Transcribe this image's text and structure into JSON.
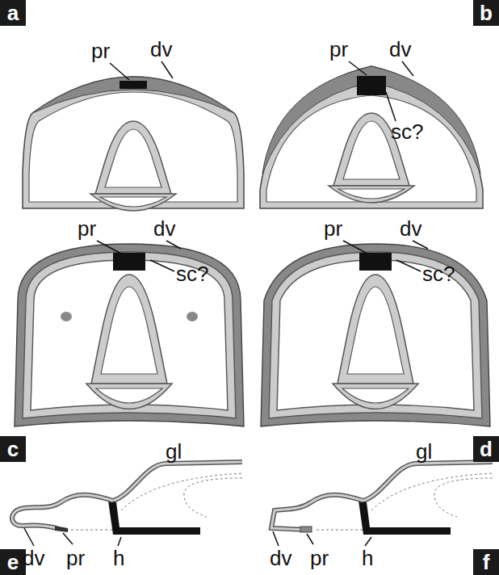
{
  "diagram": {
    "nodes": [
      {
        "text": [
          "a"
        ]
      },
      {
        "text": [
          "b"
        ]
      },
      {
        "text": [
          "c"
        ]
      },
      {
        "text": [
          "d"
        ]
      },
      {
        "text": [
          "e"
        ]
      },
      {
        "text": [
          "f"
        ]
      }
    ],
    "labels": [
      "pr",
      "dv",
      "pr",
      "dv",
      "sc?",
      "pr",
      "dv",
      "sc?",
      "pr",
      "dv",
      "sc?",
      "gl",
      "dv",
      "pr",
      "h",
      "gl",
      "dv",
      "pr",
      "h"
    ]
  }
}
